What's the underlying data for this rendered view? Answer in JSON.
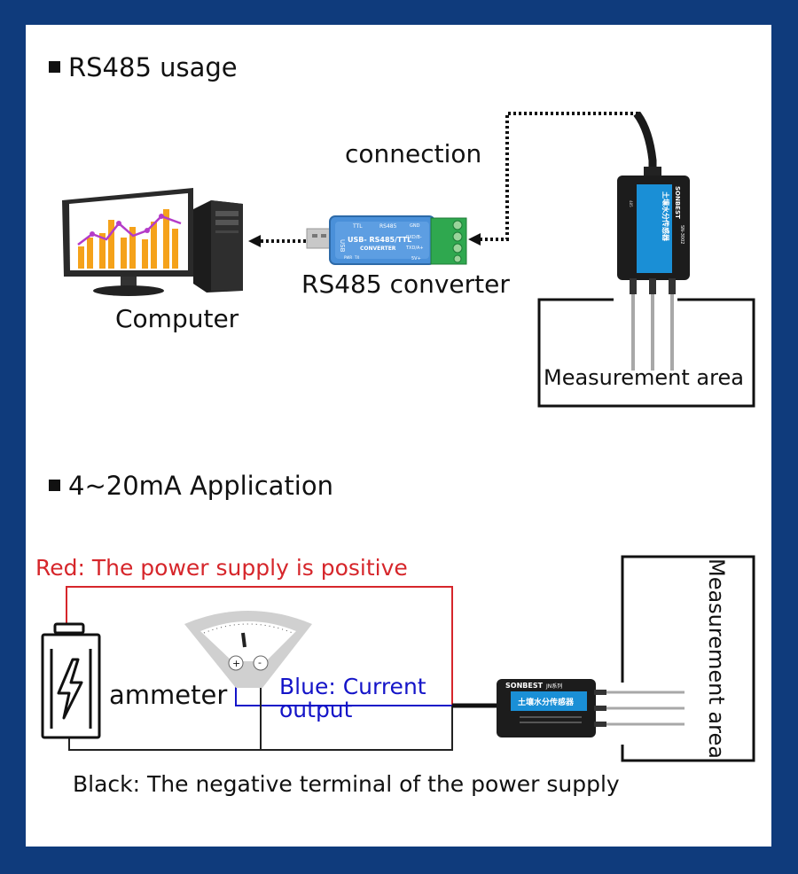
{
  "section_rs485": {
    "title": "RS485 usage",
    "connection_label": "connection",
    "converter_label": "RS485 converter",
    "computer_label": "Computer",
    "measurement_area_label": "Measurement area",
    "converter_device": {
      "top_left_text": "TTL",
      "top_right_text": "RS485",
      "side_text": "USB",
      "main_text": "USB- RS485/TTL",
      "sub_text": "CONVERTER",
      "pin_labels": [
        "GND",
        "RXD/B-",
        "TXD/A+",
        "5V+"
      ],
      "led_labels": [
        "PWR",
        "TX"
      ]
    },
    "sensor_device": {
      "brand": "SONBEST",
      "model": "SN-3002",
      "name": "土壤水分传感器"
    }
  },
  "section_420": {
    "title": "4~20mA Application",
    "red_label": "Red: The power supply is positive",
    "blue_label_line1": "Blue: Current",
    "blue_label_line2": "output",
    "black_label": "Black: The negative terminal of the power supply",
    "ammeter_label": "ammeter",
    "measurement_area_label": "Measurement area",
    "meter_plus": "+",
    "meter_minus": "-",
    "sensor_device": {
      "brand": "SONBEST",
      "series": "JN系列",
      "name": "土壤水分传感器"
    }
  },
  "colors": {
    "frame": "#0f3b7c",
    "red_wire": "#d6262b",
    "blue_wire": "#1414c8",
    "black_wire": "#222222",
    "converter_body": "#4a90d9",
    "terminal_green": "#2fa84f",
    "sensor_label_blue": "#1a8fd6",
    "chart_orange": "#f5a21a",
    "chart_purple": "#b43cc8"
  },
  "icons": [
    "computer-icon",
    "usb-plug-icon",
    "battery-icon",
    "lightning-icon",
    "ammeter-icon",
    "soil-sensor-icon"
  ]
}
